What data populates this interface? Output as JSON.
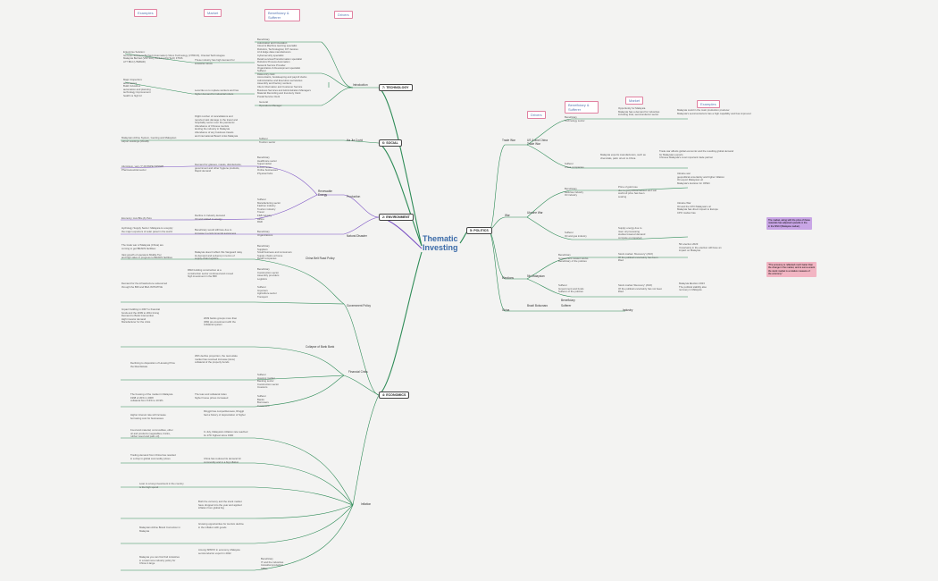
{
  "center": {
    "line1": "Thematic",
    "line2": "Investing"
  },
  "headers_left": [
    "Examples",
    "Market",
    "Beneficiary & Sufferer",
    "Drivers"
  ],
  "headers_right": [
    "Drivers",
    "Beneficiary & Sufferer",
    "Market",
    "Examples"
  ],
  "branches": {
    "technology": "7: TECHNOLOGY",
    "social": "6: SOCIAL",
    "environment": "2: ENVIRONMENT",
    "economics": "4: ECONOMICS",
    "politics": "5: POLITICS"
  },
  "labels": {
    "tech_driver": "Introduction",
    "social_driver": "Ha Jia Covid",
    "env_driver1": "Production",
    "env_driver2": "Natural Disaster",
    "env_reg": "Renewable Energy",
    "eco_driver1": "Government Policy",
    "eco_driver2": "Financial Crisis",
    "eco_driver3": "Inflation",
    "pol_tw": "Trade War",
    "pol_war": "War",
    "pol_elec": "Elections",
    "pol_china": "China",
    "pol_sub1": "US & and China Trade War",
    "pol_sub2": "Ukraine War",
    "pol_sub3": "5th Malaysian",
    "pol_sub4": "Brazil Bolsonaro",
    "pol_industry": "Industry",
    "eco_beneficiary": "Beneficiary",
    "eco_sufferer": "Sufferer"
  },
  "blocks": {
    "tech_ex1": "Enterprise Solution:\nGenetec Solutions Berhad (Automation) Vitrox Technology (VITROX), Oriental Technologies\nMalaysia Berhad (VIRTRO), Banking (FinTech) FTMS\nA77 Bhd (UTEBHD)",
    "tech_ex2": "Major Inspection:\nautomations\nBuild Industries\nautomation and planning\ntechnology improvement\nhealth vs high AI",
    "tech_mkt1": "These industry has high demand for\nindustrial robots",
    "tech_mkt2": "Less like us to replace workers and has\nhigher demand for industrial robots",
    "tech_ben": "Beneficiary\nAutomation and Innovation\nCloud & Machine learning specialist\nRobotics, Technological, IOT devices\nAI & Edge data manufacturers\nCybersecurity specialist\nRetail services/Transformation specialist\nRobotics Process Automation\nNetwork Service Provider\nOrganization & Development specialist",
    "tech_suf": "Sufferer\nData entry clerk\nAccountants, bookkeeping and payroll clerks\nAdministrative and Executive secretaries\nAssembly and Factory workers\nClient Information and Customer Service\nBusiness Services and Administration Managers\nMaterial Recording and Inventory Clerk\nPostal Service Clerk",
    "tech_gen": "General\nOperations Manager",
    "soc_ex": "Malaysian Airline System, Genting and Malaysian\nAirport Holdings (MAHB)",
    "soc_mkt": "Flight number of cancellations and\nreported vast damage to the travel and\nhospitality sector over the pandemic\nAbundance of Chinese tourists\nlanding the industry in Malaysia\nAbundance of any business travels\nand International Board Links Malaysia",
    "soc_suf": "Sufferer\nTourism sector",
    "env_ex1": "Aluminium, vary (Y) ROWPE ISPAWP\nPharmaceutical sector",
    "env_mkt1": "Demand for glasses, masks, disinfectants,\ngovernment and other hygiene products,\nRapid demand",
    "env_ex2": "Economy: Aux Bfa (A) Pets",
    "env_mkt2": "Decline in Industry demand\nOil and related to energy",
    "env_ben": "Beneficiary\nHealthcare sector\nSupermarket\nE-commerce\nOnline businesses\nPhysical hubs",
    "env_suf": "Sufferer\nManufacturing sector\nFashion industry\nTourism industry\nTravel\nF&B industry\nAirline\nR&D",
    "env_ex3": "Hydrology Supply Sector: Malaysia is a supply\nthe major exporters of solar panel in the world",
    "env_mkt3": "Beneficiary would still face due to\nincrease in environmental awareness",
    "env_ben2": "Beneficiary\nOrganizations",
    "eco_ex1": "The trade war of Malaysia (China) are\ncoming to get BRADS facilities:\n\nVast growth of operators Middle Tier\nand high sales in progress to BRADS facilities",
    "eco_mkt1": "Malaysia doesn't affect this Vanguard relay\nits demand and solvency in terms of\nsupply-chain logistics",
    "eco_ben1": "Beneficiary\nSuppliers\nSmall business and consumers\nSupply chains at home\nRetail companies",
    "eco_gp": "China Belt Road Policy",
    "eco_ex2": "Demand for the infrastructure outsourced\nthrough the BRI and BAA INITIATIVE",
    "eco_mkt2": "RM2 building construction at a\nconstruction sector continued and moved\nhigh investment in the BRI",
    "eco_ben2": "Beneficiary\nConstruction sector\nAssembly providers\nLogistics",
    "eco_suf2": "Sufferer\nImporters\nAgriculture sector\nTransport",
    "eco_ex3": "Impact building in 2007 to financial\nfunds and the 2009 to 2011 timing\nDemand to Bank Intervention\nHigh investor demand\nManufacturer for the crisis",
    "eco_mkt3": "2009 banks groups more than\n(RM) pre-investment with the\ncollateral system",
    "eco_fc": "Collapse of Bank Bank",
    "eco_ex4": "Declining to disposition of Housing Price\nthe Real Estate",
    "eco_mkt4": "With decline proportion, the real estate\nmarket has received increase (slow)\ncollateral of the property bonds",
    "eco_suf4": "Sufferer\nHousing market\nBanking sector\nConstruction sector\nInvestors",
    "eco_ex5": "The housing of the market in Malaysia\n1998 of 20% in 2008\ncollateral from 5.6% to 10.9%",
    "eco_mkt5": "The loan and collateral index\nhigher house prices increased",
    "eco_inf_ben": "Sufferer\nBanks\nBorrowers\nCustomers",
    "eco_ex6": "Higher interest rate will increase\nborrowing cost for businesses",
    "eco_mkt6": "Ringgit has competitiveness, Ringgit\nhad a history of depreciation of higher",
    "eco_ex7": "Food and material, commodities, other\noil and products (vegetables, bricks,\nrubber wood and palm oil)",
    "eco_mkt7": "In July, Malaysia's inflation rate reached\nits 17th highest since 1990",
    "eco_ex8": "Trading demand from China has resulted\nin a drop in global commodity prices",
    "eco_mkt8": "China has reduced its demand for\ncommodity and in a big inflation",
    "eco_ex9": "Loan to a long investment in the country\nis the high spend",
    "eco_mkt9": "Both the currency and the stock market\nhave dropped into the year and applied\ninflation from global big",
    "eco_ex10": "Malaysian Airline Brand Correction in\nMalaysia",
    "eco_mkt10": "Growing opportunities for tourism decline\nin the inflation with goods",
    "eco_ex11": "Malaysia you can find find industries\nin a total more industry policy for\nChina in large",
    "eco_mkt11": "Among SPRXX in economy, Malaysia\nsemiconductor export in 2022",
    "eco_ben11": "Beneficiary\nIT and the industries\nIndustrial production\nSMEs",
    "pol_tw_ben": "Beneficiary\nTechnology sector",
    "pol_tw_mkt": "Opportunity for Malaysia\nMalaysia has a demand for industries\nincluding Intel, semiconductor sector",
    "pol_tw_ex": "Malaysia could in the main production producer\nMalaysia's semiconductors has a high capability and has improved",
    "pol_tw_suf": "Sufferer\nChina companies",
    "pol_tw_mkt2": "Malaysia exports manufacturers, such as\nchemicals, palm oil etc to China",
    "pol_tw_ex2": "Trade war affects global economic and the resulting global demand\nfor Malaysian exports\nChinese Malaysia's most important trade partner",
    "pol_war_ben": "Beneficiary\nDefense industry\nOil industry",
    "pol_war_mkt": "Price of gold rose\ndue to geopolitical tension and war\nworld oil price has been\nsoaring",
    "pol_war_ex": "Ukraine war\ngeopolitical uncertainty and higher inflation\nOil export Malaysian oil\nMalaysia's decision for OPEC",
    "pol_war_suf": "Sufferer\nOil and gas industry",
    "pol_war_mkt2": "Supply energy due to\nrisen oil processing\nstudies lowered demand\ncompete on imported",
    "pol_war_ex2": "Ukraine War\nOil and the CPO Malaysia's oil\nMalaysia has direct impact to Europe\nCPO market has",
    "pol_elec_ben": "Beneficiary\nGovernment related stocks\nBeneficiary of the policies",
    "pol_elec_mkt": "Stock market: 'Recovery' (ASX)\nOf the political uncertainty has been\nlifted",
    "pol_elec_ex": "5th election 2023\nUncertainty in the election will have an\nimpact on Malaysia",
    "pol_elec_suf": "Sufferer\nGovernment and funds\nSufferer of the policies",
    "pol_elec_mkt2": "Stock market 'Recovery' (ASX)\nOf the political uncertainty has not been\nlifted",
    "pol_elec_ex2": "Malaysia Election 2023\nThe political stability also\nrecovery in Malaysia"
  },
  "notes": [
    {
      "text": "The market, along with the price of these\nmaterials has adjusted upwards in the\nin the MSCI (Malaysia market).",
      "color": "#c9a6e6"
    },
    {
      "text": "\"The economy is reflected much faster than\nthe change in the market, and to some extent\nthe stock market is a relative measure of\nthe economy\"",
      "color": "#f2b5c3"
    }
  ]
}
